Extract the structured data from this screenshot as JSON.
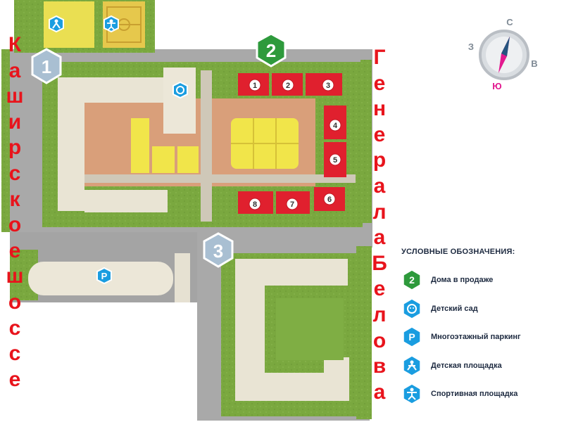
{
  "streets": {
    "left": "Каширское шоссе",
    "right": "Генерала Белова"
  },
  "markers": {
    "phase_1": "1",
    "phase_2": "2",
    "phase_3": "3",
    "sections": [
      "1",
      "2",
      "3",
      "4",
      "5",
      "6",
      "7",
      "8"
    ]
  },
  "compass": {
    "north": "С",
    "south": "Ю",
    "east": "В",
    "west": "З"
  },
  "legend": {
    "title": "УСЛОВНЫЕ ОБОЗНАЧЕНИЯ:",
    "items": [
      {
        "icon": "green-hexagon-icon",
        "badge": "2",
        "label": "Дома в продаже"
      },
      {
        "icon": "kindergarten-icon",
        "badge": "",
        "label": "Детский сад"
      },
      {
        "icon": "parking-icon",
        "badge": "P",
        "label": "Многоэтажный паркинг"
      },
      {
        "icon": "playground-icon",
        "badge": "",
        "label": "Детская площадка"
      },
      {
        "icon": "sports-ground-icon",
        "badge": "",
        "label": "Спортивная площадка"
      }
    ]
  },
  "colors": {
    "for_sale": "#e0202e",
    "phase_badge": "#a9bfd2",
    "sale_badge": "#2e9a3c",
    "info_icon": "#1a9de0",
    "street_label": "#e8141c",
    "lawn": "#7fae44",
    "road": "#a6a6a6",
    "building": "#e9e4d4",
    "courtyard": "#d8a07a",
    "playground": "#f0e047"
  }
}
